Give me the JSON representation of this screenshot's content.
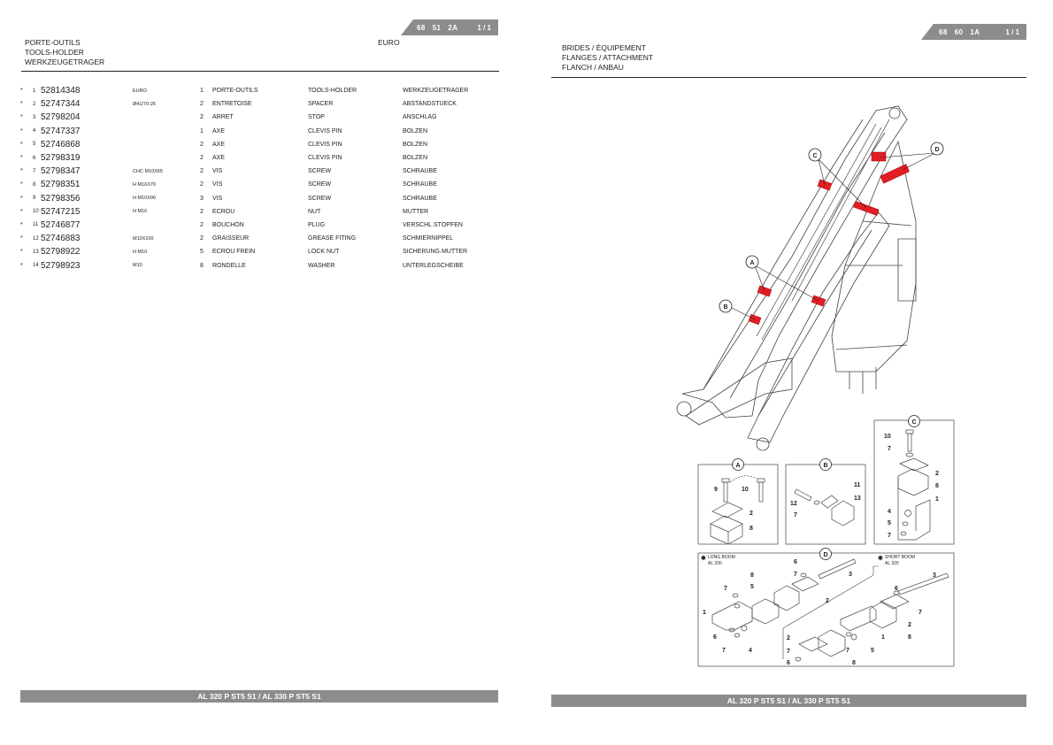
{
  "left": {
    "tab": {
      "code": [
        "68",
        "51",
        "2A"
      ],
      "page": "1 / 1"
    },
    "title_fr": "PORTE-OUTILS",
    "title_en": "TOOLS-HOLDER",
    "title_de": "WERKZEUGETRAGER",
    "variant": "EURO",
    "parts": [
      {
        "idx": "1",
        "ref": "52814348",
        "spec": "EURO",
        "qty": "1",
        "fr": "PORTE-OUTILS",
        "en": "TOOLS-HOLDER",
        "de": "WERKZEUGETRAGER"
      },
      {
        "idx": "2",
        "ref": "52747344",
        "spec": "Ø41/70-26",
        "qty": "2",
        "fr": "ENTRETOISE",
        "en": "SPACER",
        "de": "ABSTANDSTUECK"
      },
      {
        "idx": "3",
        "ref": "52798204",
        "spec": "",
        "qty": "2",
        "fr": "ARRET",
        "en": "STOP",
        "de": "ANSCHLAG"
      },
      {
        "idx": "4",
        "ref": "52747337",
        "spec": "",
        "qty": "1",
        "fr": "AXE",
        "en": "CLEVIS PIN",
        "de": "BOLZEN"
      },
      {
        "idx": "5",
        "ref": "52746868",
        "spec": "",
        "qty": "2",
        "fr": "AXE",
        "en": "CLEVIS PIN",
        "de": "BOLZEN"
      },
      {
        "idx": "6",
        "ref": "52798319",
        "spec": "",
        "qty": "2",
        "fr": "AXE",
        "en": "CLEVIS PIN",
        "de": "BOLZEN"
      },
      {
        "idx": "7",
        "ref": "52798347",
        "spec": "CHC M10X65",
        "qty": "2",
        "fr": "VIS",
        "en": "SCREW",
        "de": "SCHRAUBE"
      },
      {
        "idx": "8",
        "ref": "52798351",
        "spec": "H M16X70",
        "qty": "2",
        "fr": "VIS",
        "en": "SCREW",
        "de": "SCHRAUBE"
      },
      {
        "idx": "9",
        "ref": "52798356",
        "spec": "H M10X90",
        "qty": "3",
        "fr": "VIS",
        "en": "SCREW",
        "de": "SCHRAUBE"
      },
      {
        "idx": "10",
        "ref": "52747215",
        "spec": "H M16",
        "qty": "2",
        "fr": "ECROU",
        "en": "NUT",
        "de": "MUTTER"
      },
      {
        "idx": "11",
        "ref": "52746877",
        "spec": "",
        "qty": "2",
        "fr": "BOUCHON",
        "en": "PLUG",
        "de": "VERSCHL.STOPFEN"
      },
      {
        "idx": "12",
        "ref": "52746883",
        "spec": "M10X100",
        "qty": "2",
        "fr": "GRAISSEUR",
        "en": "GREASE FITING",
        "de": "SCHMIERNIPPEL"
      },
      {
        "idx": "13",
        "ref": "52798922",
        "spec": "H M10",
        "qty": "5",
        "fr": "ECROU FREIN",
        "en": "LOCK NUT",
        "de": "SICHERUNG.MUTTER"
      },
      {
        "idx": "14",
        "ref": "52798923",
        "spec": "M10",
        "qty": "8",
        "fr": "RONDELLE",
        "en": "WASHER",
        "de": "UNTERLEGSCHEIBE"
      }
    ],
    "footer": "AL 320 P ST5 S1 / AL 330 P ST5 S1"
  },
  "right": {
    "tab": {
      "code": [
        "68",
        "60",
        "1A"
      ],
      "page": "1 / 1"
    },
    "title_fr": "BRIDES / ÉQUIPEMENT",
    "title_en": "FLANGES / ATTACHMENT",
    "title_de": "FLANCH / ANBAU",
    "footer": "AL 320 P ST5 S1 / AL 330 P ST5 S1",
    "callouts": [
      "A",
      "B",
      "C",
      "D"
    ],
    "detail_A_numbers": [
      "9",
      "10",
      "2",
      "8"
    ],
    "detail_B_numbers": [
      "11",
      "13",
      "12",
      "7"
    ],
    "detail_C_numbers": [
      "10",
      "7",
      "2",
      "8",
      "1",
      "4",
      "5",
      "7"
    ],
    "detail_D_long": {
      "title": "LONG BOOM",
      "model": "AL 330",
      "numbers": [
        "8",
        "5",
        "7",
        "1",
        "6",
        "7",
        "4",
        "6",
        "7",
        "3",
        "2"
      ]
    },
    "detail_D_short": {
      "title": "SHORT BOOM",
      "model": "AL 320",
      "numbers": [
        "3",
        "6",
        "7",
        "2",
        "8",
        "1",
        "5",
        "7",
        "2",
        "7",
        "6",
        "8"
      ]
    },
    "colors": {
      "highlight": "#e31e24",
      "bar": "#8c8c8c"
    }
  }
}
